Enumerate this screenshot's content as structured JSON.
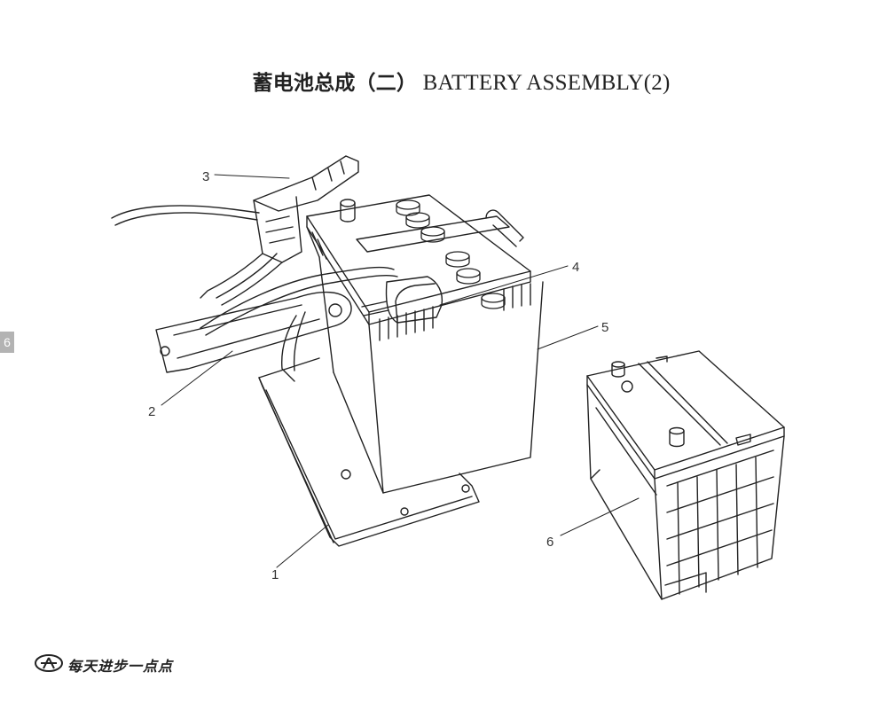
{
  "page": {
    "title_cn": "蓄电池总成（二）",
    "title_en": "BATTERY ASSEMBLY(2)",
    "page_tab": "6"
  },
  "callouts": [
    "1",
    "2",
    "3",
    "4",
    "5",
    "6"
  ],
  "footer": {
    "logo_icon": "brand-emblem-icon",
    "slogan": "每天进步一点点"
  }
}
